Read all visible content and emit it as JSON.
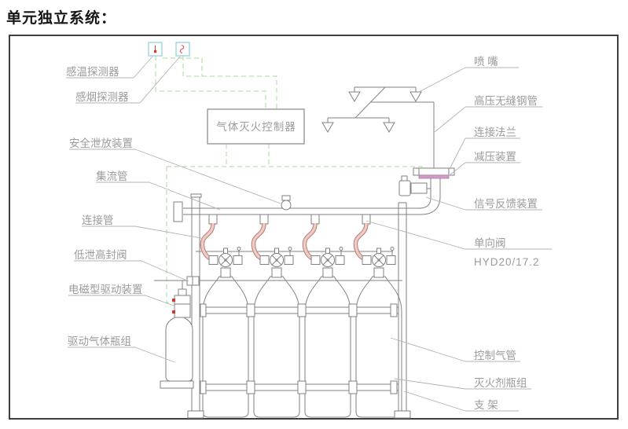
{
  "title": "单元独立系统：",
  "diagram": {
    "controller_label": "气体灭火控制器",
    "model_code": "HYD20/17.2",
    "labels": {
      "temp_detector": "感温探测器",
      "smoke_detector": "感烟探测器",
      "safety_relief": "安全泄放装置",
      "manifold": "集流管",
      "connecting_pipe": "连接管",
      "low_leak_valve": "低泄高封阀",
      "solenoid_drive": "电磁型驱动装置",
      "drive_gas_cylinders": "驱动气体瓶组",
      "nozzle": "喷 嘴",
      "hp_steel_pipe": "高压无缝钢管",
      "connecting_flange": "连接法兰",
      "pressure_reducer": "减压装置",
      "signal_feedback": "信号反馈装置",
      "check_valve": "单向阀",
      "control_gas_pipe": "控制气管",
      "agent_cylinders": "灭火剂瓶组",
      "bracket": "支 架"
    },
    "colors": {
      "line": "#828282",
      "label_text": "#9b9b9b",
      "signal_dash_green": "#a5d99c",
      "hose_pink": "#f3cac4",
      "detector_box_blue": "#8ecfdf",
      "alarm_red": "#e03030",
      "reducer_pink": "#cf9cc3"
    }
  }
}
